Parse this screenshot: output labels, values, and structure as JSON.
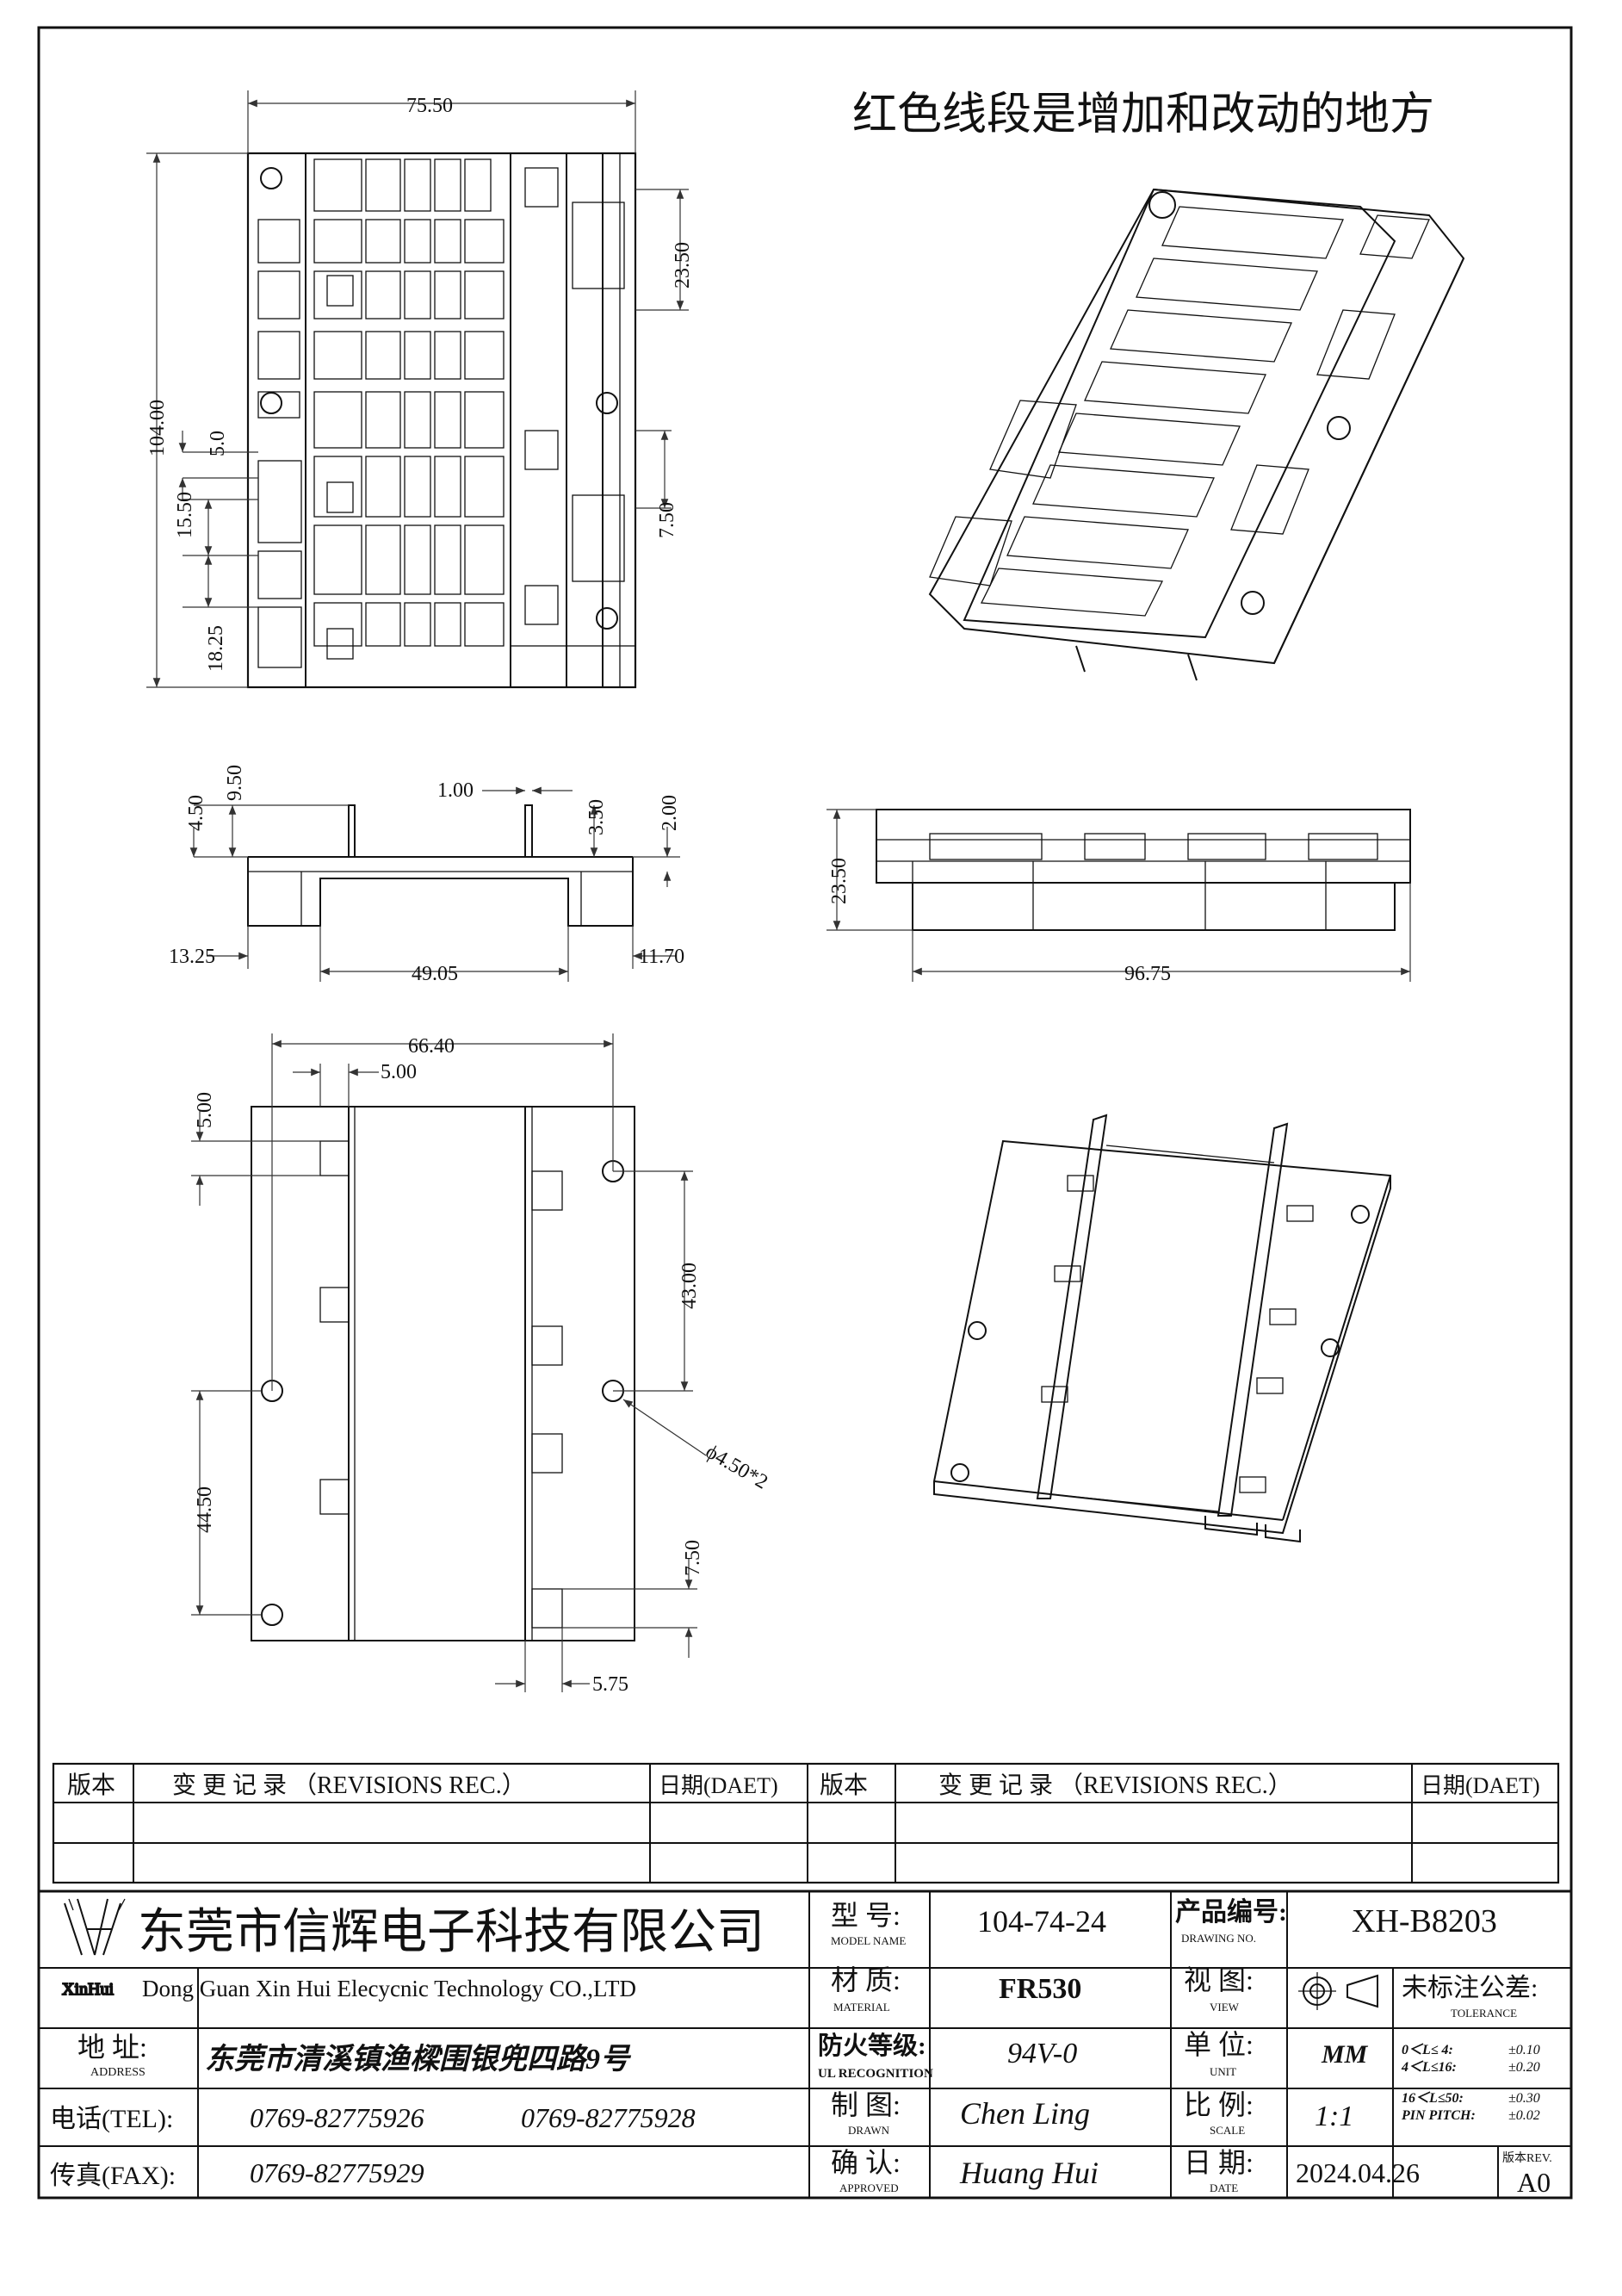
{
  "notes": {
    "red_lines_note": "红色线段是增加和改动的地方"
  },
  "dimensions": {
    "top_view": {
      "width": "75.50",
      "height": "104.00",
      "d_23_50": "23.50",
      "d_5_0": "5.0",
      "d_15_50": "15.50",
      "d_7_50": "7.50",
      "d_18_25": "18.25"
    },
    "front_view": {
      "d_4_50": "4.50",
      "d_9_50": "9.50",
      "d_1_00": "1.00",
      "d_3_50": "3.50",
      "d_2_00": "2.00",
      "d_13_25": "13.25",
      "d_49_05": "49.05",
      "d_11_70": "11.70"
    },
    "side_view": {
      "height": "23.50",
      "width": "96.75"
    },
    "bottom_view": {
      "d_66_40": "66.40",
      "d_5_00_a": "5.00",
      "d_5_00_b": "5.00",
      "d_43_00": "43.00",
      "hole": "ϕ4.50*2",
      "d_44_50": "44.50",
      "d_7_50": "7.50",
      "d_5_75": "5.75"
    }
  },
  "revisions": {
    "col_version": "版本",
    "col_record": "变 更 记 录 （REVISIONS REC.）",
    "col_date": "日期(DAET)"
  },
  "title_block": {
    "company_cn": "东莞市信辉电子科技有限公司",
    "company_en": "Dong Guan Xin Hui Elecycnic Technology CO.,LTD",
    "logo_text": "XinHui",
    "address_label": "地 址:",
    "address_label_en": "ADDRESS",
    "address": "东莞市清溪镇渔樑围银兜四路9号",
    "tel_label": "电话(TEL):",
    "tel_1": "0769-82775926",
    "tel_2": "0769-82775928",
    "fax_label": "传真(FAX):",
    "fax": "0769-82775929",
    "model_label": "型 号:",
    "model_label_en": "MODEL NAME",
    "model": "104-74-24",
    "material_label": "材 质:",
    "material_label_en": "MATERIAL",
    "material": "FR530",
    "fire_label": "防火等级:",
    "fire_label_en": "UL RECOGNITION",
    "fire": "94V-0",
    "drawn_label": "制 图:",
    "drawn_label_en": "DRAWN",
    "drawn": "Chen Ling",
    "approved_label": "确 认:",
    "approved_label_en": "APPROVED",
    "approved": "Huang Hui",
    "drawing_no_label": "产品编号:",
    "drawing_no_label_en": "DRAWING NO.",
    "drawing_no": "XH-B8203",
    "view_label": "视 图:",
    "view_label_en": "VIEW",
    "unit_label": "单 位:",
    "unit_label_en": "UNIT",
    "unit": "MM",
    "scale_label": "比 例:",
    "scale_label_en": "SCALE",
    "scale": "1:1",
    "date_label": "日 期:",
    "date_label_en": "DATE",
    "date": "2024.04.26",
    "tolerance_label": "未标注公差:",
    "tolerance_label_en": "TOLERANCE",
    "tol_1": "0＜L≤ 4:",
    "tol_1v": "±0.10",
    "tol_2": "4＜L≤16:",
    "tol_2v": "±0.20",
    "tol_3": "16＜L≤50:",
    "tol_3v": "±0.30",
    "tol_4": "PIN PITCH:",
    "tol_4v": "±0.02",
    "rev_label": "版本REV.",
    "rev": "A0"
  }
}
